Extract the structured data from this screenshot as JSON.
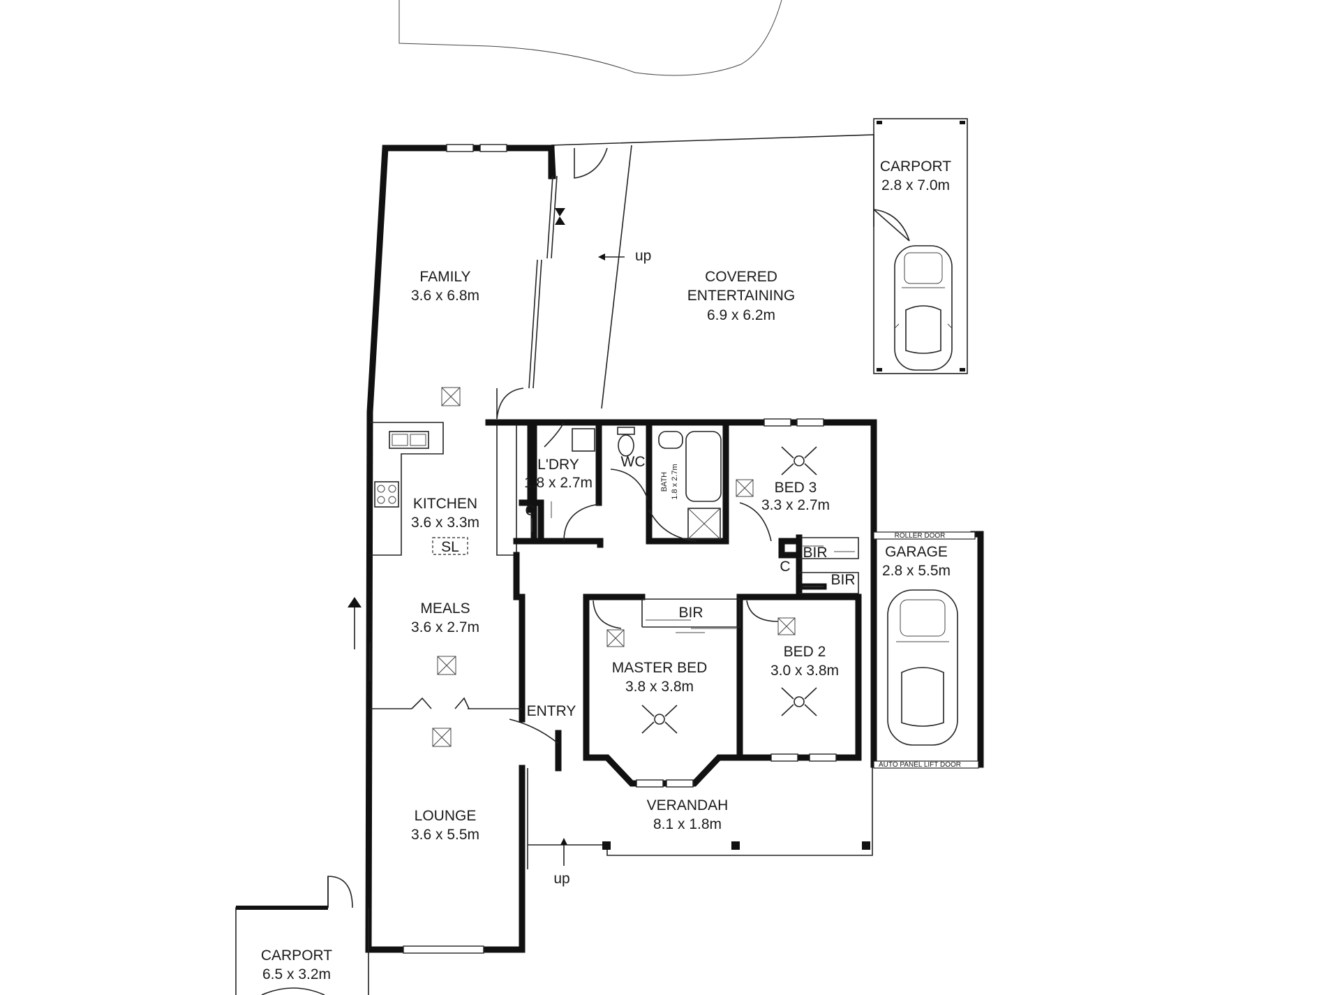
{
  "rooms": {
    "family": {
      "name": "FAMILY",
      "size": "3.6 x 6.8m"
    },
    "covered_entertaining": {
      "name_line1": "COVERED",
      "name_line2": "ENTERTAINING",
      "size": "6.9 x 6.2m"
    },
    "carport_top": {
      "name": "CARPORT",
      "size": "2.8 x 7.0m"
    },
    "kitchen": {
      "name": "KITCHEN",
      "size": "3.6 x 3.3m"
    },
    "laundry": {
      "name": "L'DRY",
      "size": "1.8 x 2.7m"
    },
    "wc": {
      "name": "WC"
    },
    "bath": {
      "name": "BATH",
      "size": "1.8 x 2.7m"
    },
    "bed3": {
      "name": "BED 3",
      "size": "3.3 x 2.7m"
    },
    "garage": {
      "name": "GARAGE",
      "size": "2.8 x 5.5m"
    },
    "meals": {
      "name": "MEALS",
      "size": "3.6 x 2.7m"
    },
    "master_bed": {
      "name": "MASTER BED",
      "size": "3.8 x 3.8m"
    },
    "bed2": {
      "name": "BED 2",
      "size": "3.0 x 3.8m"
    },
    "entry": {
      "name": "ENTRY"
    },
    "verandah": {
      "name": "VERANDAH",
      "size": "8.1 x 1.8m"
    },
    "lounge": {
      "name": "LOUNGE",
      "size": "3.6 x 5.5m"
    },
    "carport_bottom": {
      "name": "CARPORT",
      "size": "6.5 x 3.2m"
    }
  },
  "labels": {
    "up_top": "up",
    "up_bottom": "up",
    "sl": "SL",
    "closet_c": "C",
    "hall_c": "C",
    "master_bir": "BIR",
    "bed3_bir": "BIR",
    "bed2_bir": "BIR",
    "roller_door": "ROLLER DOOR",
    "auto_door": "AUTO PANEL LIFT DOOR"
  },
  "colors": {
    "wall": "#111111",
    "line": "#222222",
    "text": "#1a1a1a"
  }
}
